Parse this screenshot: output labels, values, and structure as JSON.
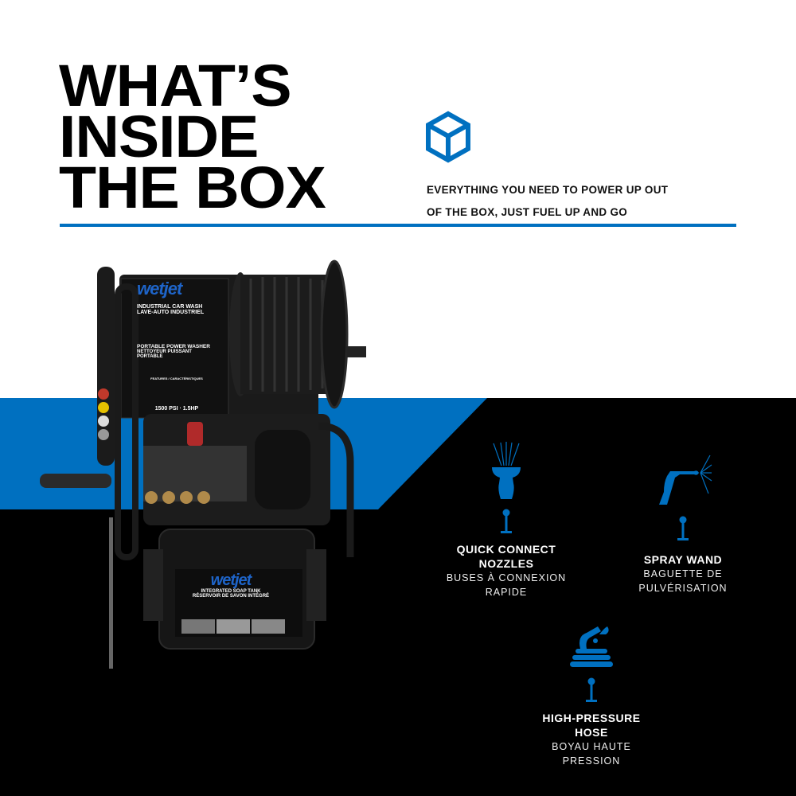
{
  "header": {
    "title_lines": [
      "WHAT’S",
      "INSIDE",
      "THE BOX"
    ],
    "icon": "box-icon",
    "subtitle_lines": [
      "EVERYTHING YOU NEED TO POWER UP OUT",
      "OF THE BOX, JUST FUEL UP AND GO"
    ]
  },
  "colors": {
    "accent": "#0070c0",
    "dark": "#000000",
    "light": "#ffffff"
  },
  "product": {
    "brand_logo": "wetjet",
    "label_lines": [
      "INDUSTRIAL CAR WASH",
      "LAVE-AUTO INDUSTRIEL",
      "PORTABLE POWER WASHER",
      "NETTOYEUR PUISSANT PORTABLE",
      "FEATURES / CARACTÉRISTIQUES"
    ],
    "spec": "1500 PSI · 1.5HP",
    "soap_tank_lines": [
      "INTEGRATED SOAP TANK",
      "RÉSERVOIR DE SAVON INTÉGRÉ"
    ]
  },
  "features": [
    {
      "icon": "nozzle-icon",
      "title_lines": [
        "QUICK CONNECT",
        "NOZZLES"
      ],
      "french_lines": [
        "BUSES À CONNEXION",
        "RAPIDE"
      ]
    },
    {
      "icon": "spray-wand-icon",
      "title_lines": [
        "SPRAY WAND"
      ],
      "french_lines": [
        "BAGUETTE DE",
        "PULVÉRISATION"
      ]
    },
    {
      "icon": "hose-icon",
      "title_lines": [
        "HIGH-PRESSURE",
        "HOSE"
      ],
      "french_lines": [
        "BOYAU HAUTE",
        "PRESSION"
      ]
    }
  ]
}
